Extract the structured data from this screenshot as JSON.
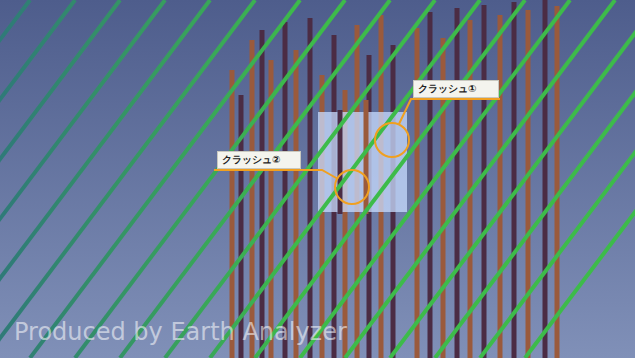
{
  "diagram": {
    "nodes": [
      {
        "text": [
          "クラッシュ①"
        ]
      },
      {
        "text": [
          "クラッシュ②"
        ]
      }
    ],
    "labels": [
      "Produced by Earth Analyzer"
    ]
  }
}
